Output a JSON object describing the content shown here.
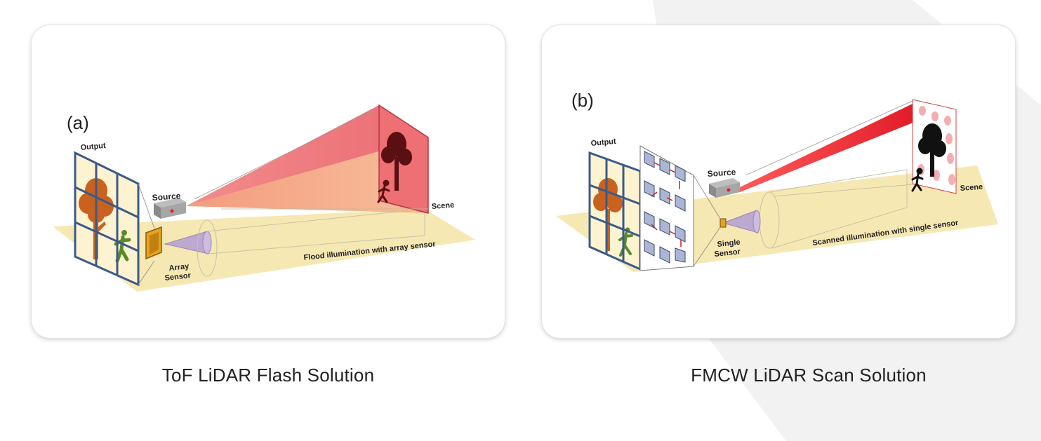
{
  "panel_a": {
    "letter": "(a)",
    "output_label": "Output",
    "source_label": "Source",
    "sensor_label_line1": "Array",
    "sensor_label_line2": "Sensor",
    "scene_label": "Scene",
    "illumination_label": "Flood illumination with array sensor",
    "caption": "ToF LiDAR Flash Solution"
  },
  "panel_b": {
    "letter": "(b)",
    "output_label": "Output",
    "source_label": "Source",
    "sensor_label_line1": "Single",
    "sensor_label_line2": "Sensor",
    "scene_label": "Scene",
    "illumination_label": "Scanned illumination with single sensor",
    "caption": "FMCW LiDAR Scan Solution"
  },
  "colors": {
    "floor": "#f6e8b2",
    "flood_red": "#e8525a",
    "tree_output": "#c8621e",
    "person_output": "#5a8a2a",
    "scene_silhouette": "#5a0f10",
    "grid_blue": "#3b5a8a",
    "sensor_gold": "#e8a21c",
    "cone_purple": "#b8a4cc"
  }
}
